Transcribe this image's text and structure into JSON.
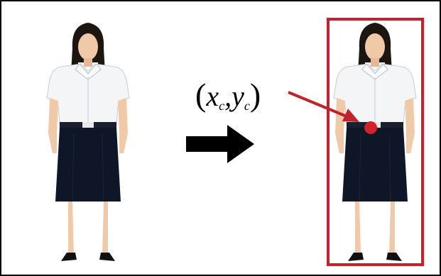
{
  "diagram": {
    "centroid_label": {
      "open": "(",
      "x": "x",
      "sub1": "c",
      "comma": ",",
      "y": "y",
      "sub2": "c",
      "close": ")"
    },
    "colors": {
      "border": "#000000",
      "bounding_box": "#c1232b",
      "centroid_dot": "#d1212a",
      "arrow": "#000000",
      "shirt": "#f4f5f7",
      "skirt": "#0f1627",
      "skin": "#f0caa8",
      "hair": "#1c1510"
    },
    "icons": {
      "transform_arrow": "right-arrow-icon",
      "pointer_arrow": "red-pointer-arrow-icon",
      "centroid": "centroid-dot-icon"
    }
  }
}
